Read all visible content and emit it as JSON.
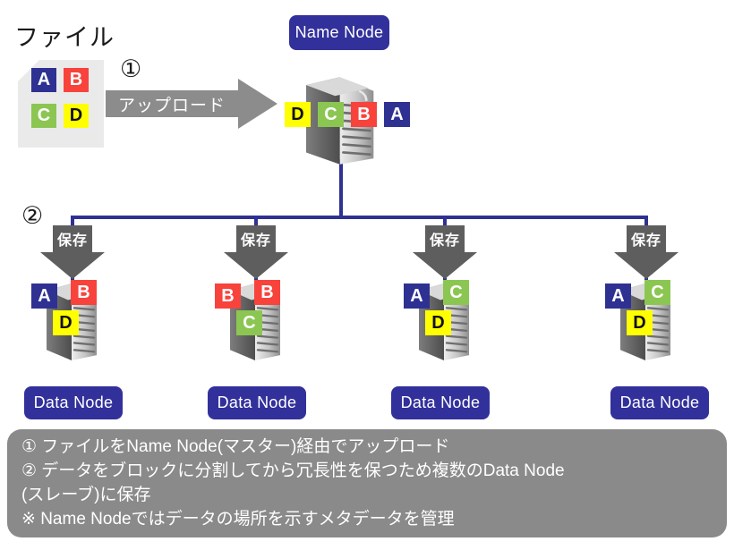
{
  "colors": {
    "indigo_badge": "#32309b",
    "connector_blue": "#2e3192",
    "block_blue": "#2e3192",
    "block_red": "#f8423c",
    "block_green": "#8cc652",
    "block_yellow": "#ffff00",
    "upload_arrow_gray": "#8c8c8c",
    "save_arrow_gray": "#5e5e5e",
    "note_box_gray": "#8a8a8a",
    "file_icon_gray": "#eaeaea"
  },
  "file": {
    "label": "ファイル",
    "blocks": [
      {
        "label": "A",
        "color": "blue"
      },
      {
        "label": "B",
        "color": "red"
      },
      {
        "label": "C",
        "color": "green"
      },
      {
        "label": "D",
        "color": "yellow"
      }
    ]
  },
  "upload": {
    "step": "①",
    "label": "アップロード"
  },
  "name_node": {
    "badge": "Name Node",
    "blocks": [
      {
        "label": "D",
        "color": "yellow"
      },
      {
        "label": "C",
        "color": "green"
      },
      {
        "label": "B",
        "color": "red"
      },
      {
        "label": "A",
        "color": "blue"
      }
    ]
  },
  "step2_marker": "②",
  "save_label": "保存",
  "data_nodes": [
    {
      "badge": "Data Node",
      "blocks": [
        {
          "label": "A",
          "color": "blue"
        },
        {
          "label": "B",
          "color": "red"
        },
        {
          "label": "D",
          "color": "yellow"
        }
      ]
    },
    {
      "badge": "Data Node",
      "blocks": [
        {
          "label": "B",
          "color": "red"
        },
        {
          "label": "B",
          "color": "red"
        },
        {
          "label": "C",
          "color": "green"
        }
      ]
    },
    {
      "badge": "Data Node",
      "blocks": [
        {
          "label": "A",
          "color": "blue"
        },
        {
          "label": "C",
          "color": "green"
        },
        {
          "label": "D",
          "color": "yellow"
        }
      ]
    },
    {
      "badge": "Data Node",
      "blocks": [
        {
          "label": "A",
          "color": "blue"
        },
        {
          "label": "C",
          "color": "green"
        },
        {
          "label": "D",
          "color": "yellow"
        }
      ]
    }
  ],
  "notes": {
    "lines": [
      "① ファイルをName Node(マスター)経由でアップロード",
      "② データをブロックに分割してから冗長性を保つため複数のData Node",
      "(スレーブ)に保存",
      "※ Name Nodeではデータの場所を示すメタデータを管理"
    ]
  }
}
